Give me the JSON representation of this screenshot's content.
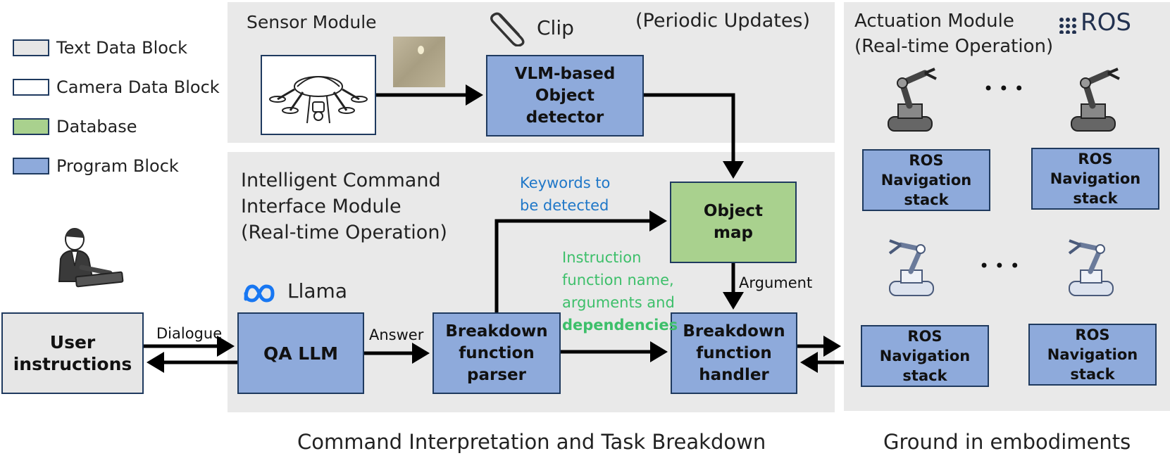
{
  "legend": [
    {
      "label": "Text Data Block",
      "color": "#e6e6e6"
    },
    {
      "label": "Camera Data Block",
      "color": "#ffffff"
    },
    {
      "label": "Database",
      "color": "#a9d18e"
    },
    {
      "label": "Program Block",
      "color": "#8eaadb"
    }
  ],
  "sensor": {
    "title": "Sensor Module",
    "clip_label": "Clip",
    "periodic": "(Periodic Updates)",
    "detector": "VLM-based\nObject\ndetector"
  },
  "interface": {
    "title": "Intelligent Command\nInterface Module\n (Real-time Operation)",
    "llama_label": "Llama",
    "qa_llm": "QA LLM",
    "parser": "Breakdown\nfunction\nparser",
    "handler": "Breakdown\nfunction\nhandler",
    "object_map": "Object\nmap",
    "keywords": "Keywords to\nbe detected",
    "instruction_line1": "Instruction\nfunction name,\narguments and",
    "instruction_line2": "dependencies",
    "argument": "Argument",
    "answer": "Answer"
  },
  "user": {
    "block": "User\ninstructions",
    "dialogue": "Dialogue"
  },
  "actuation": {
    "title": "Actuation Module\n (Real-time Operation)",
    "ros_logo": "ROS",
    "ellipsis": "• • •",
    "nav_stack": "ROS\nNavigation\nstack"
  },
  "captions": {
    "left": "Command Interpretation and Task Breakdown",
    "right": "Ground in embodiments"
  },
  "colors": {
    "program": "#8eaadb",
    "database": "#a9d18e",
    "text_block": "#e6e6e6",
    "panel": "#e9e9e9",
    "keywords_text": "#1f77c8",
    "instruction_text": "#3dbf6a"
  }
}
